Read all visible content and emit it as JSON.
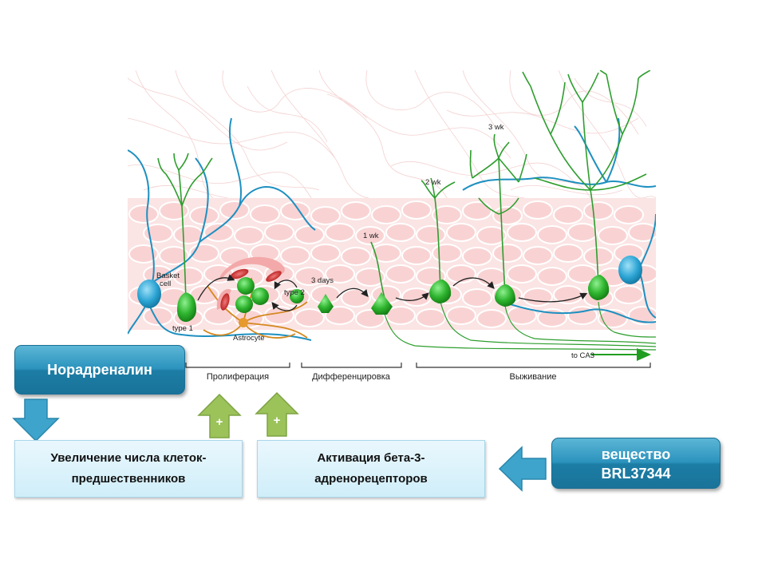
{
  "diagram": {
    "labels": {
      "basket_cell": [
        "Basket",
        "cell"
      ],
      "type1": "type 1",
      "type2": "type 2",
      "astrocyte": "Astrocyte",
      "days3": "3 days",
      "wk1": "1 wk",
      "wk2": "2 wk",
      "wk3": "3 wk",
      "to_ca3": "to CA3"
    },
    "phases": {
      "proliferation": "Пролиферация",
      "differentiation": "Дифференцировка",
      "survival": "Выживание"
    }
  },
  "boxes": {
    "noradrenalin": "Норадреналин",
    "increase": [
      "Увеличение числа клеток-",
      "предшественников"
    ],
    "activation": [
      "Активация бета-3-",
      "адренорецепторов"
    ],
    "brl": [
      "вещество",
      "BRL37344"
    ]
  },
  "arrows": {
    "plus": "+"
  },
  "colors": {
    "neuron_green": "#2fb52f",
    "axon_blue": "#1e90c0",
    "box_blue": "#2b93bd",
    "arrow_green": "#9bc35a",
    "arrow_blue": "#3ea4cc"
  }
}
